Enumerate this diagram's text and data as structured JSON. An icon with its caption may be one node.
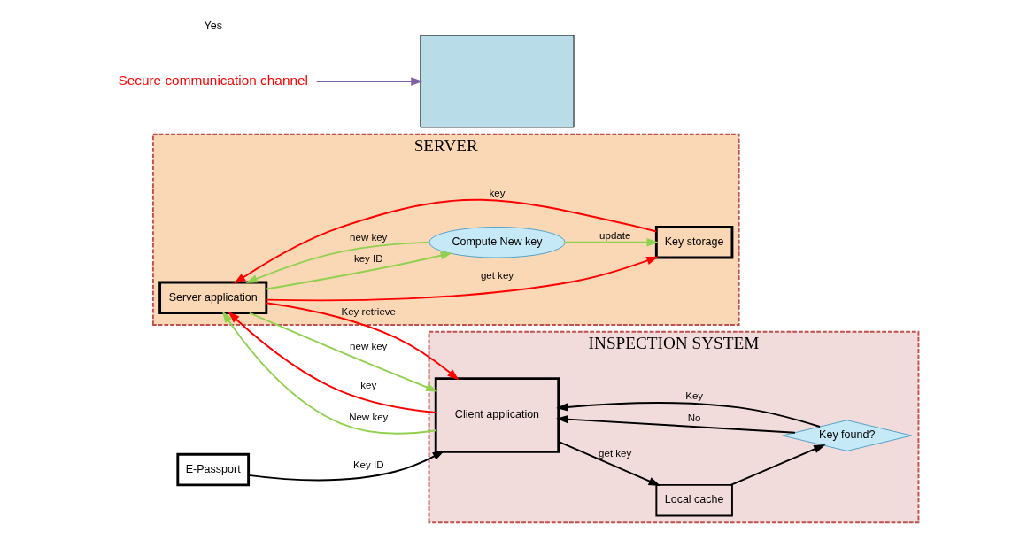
{
  "diagram": {
    "nodes": [
      {
        "text": [
          "SERVER"
        ]
      },
      {
        "text": [
          "Server application"
        ],
        "in": 0
      },
      {
        "text": [
          "Compute New key"
        ],
        "in": 0
      },
      {
        "text": [
          "Key storage"
        ],
        "in": 0
      },
      {
        "text": [],
        "shape": "box"
      },
      {
        "text": [
          "Secure communication channel"
        ]
      },
      {
        "text": [
          "INSPECTION SYSTEM"
        ]
      },
      {
        "text": [
          "Client application"
        ],
        "in": 6
      },
      {
        "text": [
          "Local cache"
        ],
        "in": 6
      },
      {
        "text": [
          "Key found?"
        ],
        "in": 6
      },
      {
        "text": [
          "E-Passport"
        ]
      }
    ],
    "edges": [
      {
        "from": 1,
        "to": 7,
        "arrow": "to",
        "label": "Key retrieve",
        "color": "#ff0000"
      },
      {
        "from": 7,
        "to": 1,
        "arrow": "to",
        "label": "key",
        "color": "#ff0000"
      },
      {
        "from": 7,
        "to": 1,
        "arrow": "to",
        "label": "New key",
        "color": "#92d050"
      },
      {
        "from": 1,
        "to": 7,
        "arrow": "to",
        "label": "new key",
        "color": "#92d050"
      },
      {
        "from": 1,
        "to": 2,
        "arrow": "to",
        "label": "key ID",
        "color": "#92d050"
      },
      {
        "from": 2,
        "to": 1,
        "arrow": "to",
        "label": "new key",
        "color": "#92d050"
      },
      {
        "from": 2,
        "to": 3,
        "arrow": "to",
        "label": "update",
        "color": "#92d050"
      },
      {
        "from": 1,
        "to": 3,
        "arrow": "to",
        "label": "get key",
        "color": "#ff0000"
      },
      {
        "from": 3,
        "to": 1,
        "arrow": "to",
        "label": "key",
        "color": "#ff0000"
      },
      {
        "from": 5,
        "to": 4,
        "arrow": "to",
        "color": "#7f5fa8"
      },
      {
        "from": 10,
        "to": 7,
        "arrow": "to",
        "label": "Key ID",
        "color": "#000000"
      },
      {
        "from": 7,
        "to": 8,
        "arrow": "to",
        "label": "get key",
        "color": "#000000"
      },
      {
        "from": 8,
        "to": 9,
        "arrow": "to",
        "color": "#000000"
      },
      {
        "from": 9,
        "to": 7,
        "arrow": "to",
        "label": "No",
        "color": "#000000"
      },
      {
        "from": 9,
        "to": 7,
        "arrow": "to",
        "label": "Key",
        "color": "#000000"
      }
    ],
    "labels": [
      "Yes"
    ]
  }
}
